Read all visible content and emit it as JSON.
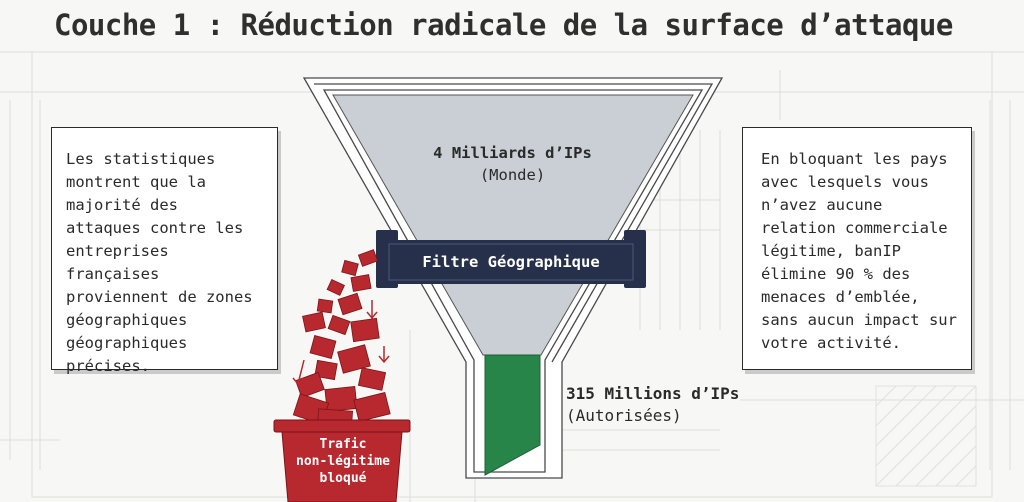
{
  "title": "Couche 1 : Réduction radicale de la surface d’attaque",
  "left_box": {
    "text": "Les statistiques\nmontrent que la\nmajorité des\nattaques contre les\nentreprises françaises\nproviennent de zones\ngéographiques\ngéographiques\nprécises."
  },
  "right_box": {
    "text": "En bloquant les pays\navec lesquels vous\nn’avez aucune\nrelation commerciale\nlégitime, banIP\nélimine 90 % des\nmenaces d’emblée,\nsans aucun impact sur\nvotre activité."
  },
  "funnel": {
    "input_count": "4 Milliards d’IPs",
    "input_scope": "(Monde)",
    "filter_label": "Filtre Géographique",
    "output_count": "315 Millions d’IPs",
    "output_scope": "(Autorisées)"
  },
  "bin": {
    "label": "Trafic\nnon-légitime\nbloqué"
  },
  "colors": {
    "funnel_fill": "#c9cfd5",
    "filter_bar": "#26304a",
    "allowed_green": "#27854a",
    "blocked_red": "#b8282f"
  }
}
